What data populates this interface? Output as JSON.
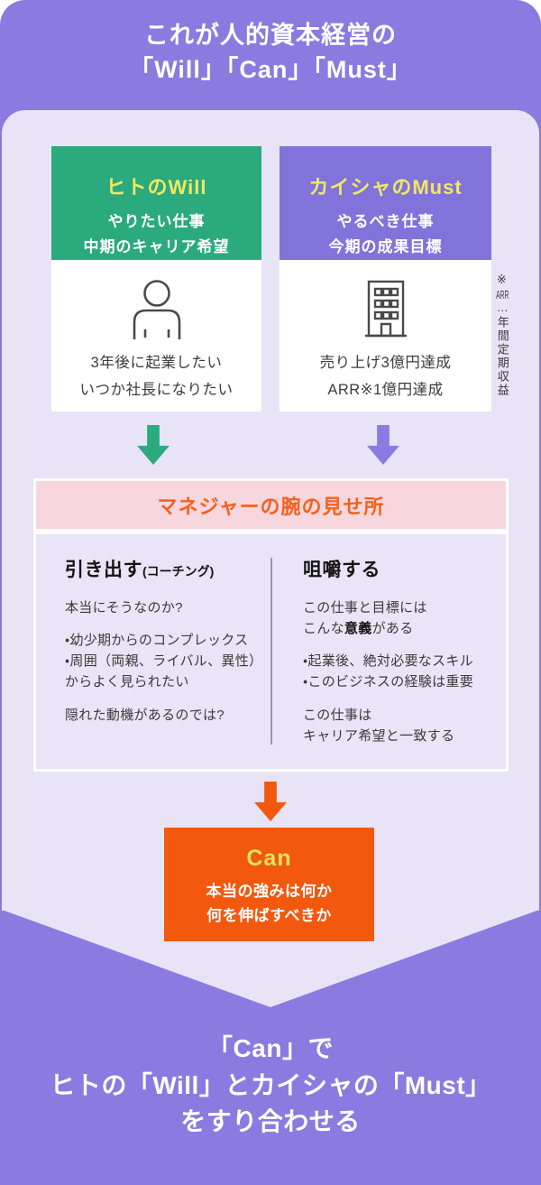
{
  "colors": {
    "background_purple": "#8B7ADF",
    "panel_lavender": "#E8E3F6",
    "will_green": "#2BAA7E",
    "must_purple": "#8273DA",
    "accent_yellow": "#F0E95F",
    "pink_band": "#F8D6DD",
    "band_text_orange": "#F3611C",
    "can_orange": "#F2590F",
    "can_yellow_green": "#D9E45C"
  },
  "title": {
    "line1": "これが人的資本経営の",
    "line2": "「Will」「Can」「Must」"
  },
  "cards": {
    "will": {
      "heading": "ヒトのWill",
      "sub_line1": "やりたい仕事",
      "sub_line2": "中期のキャリア希望",
      "icon": "person-icon",
      "body_line1": "3年後に起業したい",
      "body_line2": "いつか社長になりたい"
    },
    "must": {
      "heading": "カイシャのMust",
      "sub_line1": "やるべき仕事",
      "sub_line2": "今期の成果目標",
      "icon": "building-icon",
      "body_line1": "売り上げ3億円達成",
      "body_line2": "ARR※1億円達成"
    }
  },
  "vertical_note": {
    "prefix": "※",
    "term": "ARR",
    "ellipsis": "…",
    "definition": "年間定期収益"
  },
  "manager_band": {
    "label": "マネジャーの腕の見せ所"
  },
  "columns": {
    "left": {
      "heading": "引き出す",
      "heading_suffix": "(コーチング)",
      "p1": "本当にそうなのか?",
      "bullet1": "・幼少期からのコンプレックス",
      "bullet2_line1": "・周囲（両親、ライバル、異性）",
      "bullet2_line2": "からよく見られたい",
      "p2": "隠れた動機があるのでは?"
    },
    "right": {
      "heading": "咀嚼する",
      "intro_line1": "この仕事と目標には",
      "intro_line2_pre": "こんな",
      "intro_line2_bold": "意義",
      "intro_line2_post": "がある",
      "bullet1": "・起業後、絶対必要なスキル",
      "bullet2": "・このビジネスの経験は重要",
      "outro_line1": "この仕事は",
      "outro_line2": "キャリア希望と一致する"
    }
  },
  "can_box": {
    "heading": "Can",
    "sub_line1": "本当の強みは何か",
    "sub_line2": "何を伸ばすべきか"
  },
  "bottom": {
    "line1": "「Can」で",
    "line2": "ヒトの「Will」とカイシャの「Must」",
    "line3": "をすり合わせる"
  }
}
